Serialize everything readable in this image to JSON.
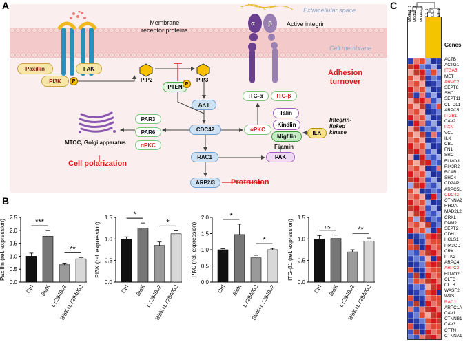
{
  "panels": {
    "a": "A",
    "b": "B",
    "c": "C"
  },
  "diagram": {
    "extracellular": "Extracellular space",
    "cell_membrane": "Cell membrane",
    "membrane_receptor": "Membrane\nreceptor proteins",
    "active_integrin": "Active integrin",
    "alpha": "α",
    "beta": "β",
    "paxillin": "Paxillin",
    "fak": "FAK",
    "pi3k": "PI3K",
    "p": "P",
    "pip2": "PIP2",
    "pip3": "PIP3",
    "pten": "PTEN",
    "akt": "AKT",
    "cdc42": "CDC42",
    "rac1": "RAC1",
    "arp23": "ARP2/3",
    "par3": "PAR3",
    "par6": "PAR6",
    "apkc": "αPKC",
    "apkc2": "αPKC",
    "pak": "PAK",
    "itg_a": "ITG-α",
    "itg_b": "ITG-β",
    "talin": "Talin",
    "kindlin": "Kindlin",
    "migfilin": "Migfilin",
    "filamin": "Filamin",
    "ilk": "ILK",
    "ilk_label": "Integrin-\nlinked\nkinase",
    "mtoc": "MTOC, Golgi apparatus",
    "cell_polarization": "Cell polarization",
    "protrusion": "Protrusion",
    "adhesion_turnover": "Adhesion\nturnover"
  },
  "bar_x_labels": [
    "Ctrl",
    "BioK",
    "LY294002",
    "BioK+LY294002"
  ],
  "chart_data": [
    {
      "type": "bar",
      "ylabel": "Paxillin (rel. expression)",
      "ylim": [
        0,
        2.5
      ],
      "yticks": [
        0.0,
        0.5,
        1.0,
        1.5,
        2.0,
        2.5
      ],
      "categories": [
        "Ctrl",
        "BioK",
        "LY294002",
        "BioK+LY294002"
      ],
      "values": [
        1.0,
        1.77,
        0.67,
        0.9
      ],
      "errors": [
        0.12,
        0.22,
        0.06,
        0.05
      ],
      "colors": [
        "#111111",
        "#777777",
        "#9a9a9a",
        "#d8d8d8"
      ],
      "brackets": [
        {
          "from": 0,
          "to": 1,
          "label": "***"
        },
        {
          "from": 2,
          "to": 3,
          "label": "**"
        }
      ]
    },
    {
      "type": "bar",
      "ylabel": "PI3K (rel. expression)",
      "ylim": [
        0,
        1.5
      ],
      "yticks": [
        0.0,
        0.5,
        1.0,
        1.5
      ],
      "categories": [
        "Ctrl",
        "BioK",
        "LY294002",
        "BioK+LY294002"
      ],
      "values": [
        1.0,
        1.25,
        0.85,
        1.12
      ],
      "errors": [
        0.05,
        0.12,
        0.08,
        0.07
      ],
      "colors": [
        "#111111",
        "#777777",
        "#9a9a9a",
        "#d8d8d8"
      ],
      "brackets": [
        {
          "from": 0,
          "to": 1,
          "label": "*"
        },
        {
          "from": 2,
          "to": 3,
          "label": "*"
        }
      ]
    },
    {
      "type": "bar",
      "ylabel": "PKC (rel. expression)",
      "ylim": [
        0,
        2.0
      ],
      "yticks": [
        0.0,
        0.5,
        1.0,
        1.5,
        2.0
      ],
      "categories": [
        "Ctrl",
        "BioK",
        "LY294002",
        "BioK+LY294002"
      ],
      "values": [
        1.0,
        1.47,
        0.75,
        1.0
      ],
      "errors": [
        0.03,
        0.32,
        0.08,
        0.04
      ],
      "colors": [
        "#111111",
        "#777777",
        "#9a9a9a",
        "#d8d8d8"
      ],
      "brackets": [
        {
          "from": 0,
          "to": 1,
          "label": "*"
        },
        {
          "from": 2,
          "to": 3,
          "label": "*"
        }
      ]
    },
    {
      "type": "bar",
      "ylabel": "ITG-β1 (rel. expression)",
      "ylim": [
        0,
        1.5
      ],
      "yticks": [
        0.0,
        0.5,
        1.0,
        1.5
      ],
      "categories": [
        "Ctrl",
        "BioK",
        "LY294002",
        "BioK+LY294002"
      ],
      "values": [
        1.0,
        1.01,
        0.7,
        0.95
      ],
      "errors": [
        0.08,
        0.08,
        0.05,
        0.07
      ],
      "colors": [
        "#111111",
        "#777777",
        "#9a9a9a",
        "#d8d8d8"
      ],
      "brackets": [
        {
          "from": 0,
          "to": 1,
          "label": "ns"
        },
        {
          "from": 2,
          "to": 3,
          "label": "**"
        }
      ]
    }
  ],
  "heatmap": {
    "columns": [
      "MOTL1_1",
      "MOTL2_1",
      "MOTL3_1",
      "CTL1_1",
      "CTL2_1",
      "CTL3_1"
    ],
    "genes_header": "Genes",
    "genes": [
      "ACTB",
      "ACTG1",
      "ITGA5",
      "MET",
      "ARPC2",
      "SEPT8",
      "SHC1",
      "SEPT11",
      "CLTCL1",
      "ARPC5",
      "ITGB1",
      "CAV2",
      "PXN",
      "VCL",
      "ILK",
      "CBL",
      "FN1",
      "SRC",
      "ELMO3",
      "PIK3R2",
      "BCAR1",
      "SHC4",
      "CD2AP",
      "ARPC5L",
      "CDC42",
      "CTNNA2",
      "RHOA",
      "MAD2L2",
      "CRKL",
      "DNM2",
      "SEPT2",
      "CDH1",
      "HCLS1",
      "PIK3CD",
      "CRK",
      "PTK2",
      "ARPC4",
      "ARPC3",
      "ELMO2",
      "CLTC",
      "CLTB",
      "WASF2",
      "WAS",
      "RAC1",
      "ARPC1A",
      "CAV1",
      "CTNNB1",
      "CAV3",
      "CTTN",
      "CTNNA1"
    ],
    "highlight_genes": [
      "ITGA5",
      "ARPC2",
      "ITGB1",
      "PXN",
      "CDC42",
      "ARPC3",
      "RAC1"
    ]
  }
}
